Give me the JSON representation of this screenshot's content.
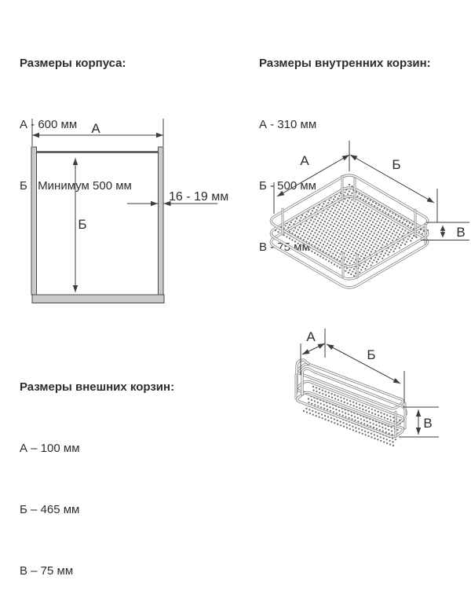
{
  "colors": {
    "text": "#2d2d2d",
    "dim_line": "#3c3c3c",
    "panel_fill": "#c9c9c9",
    "panel_stroke": "#4a4a4a",
    "wire_edge": "#7f7f7f",
    "wire_core": "#ffffff",
    "mesh_dot": "#4f4f4f"
  },
  "blocks": {
    "body": {
      "title": "Размеры корпуса:",
      "items": [
        "А - 600 мм",
        "Б - Минимум 500 мм"
      ]
    },
    "inner": {
      "title": "Размеры внутренних корзин:",
      "items": [
        "А - 310 мм",
        "Б - 500 мм",
        "В - 75 мм"
      ]
    },
    "outer": {
      "title": "Размеры внешних корзин:",
      "items": [
        "А – 100 мм",
        "Б – 465 мм",
        "В – 75 мм"
      ]
    }
  },
  "diagrams": {
    "cabinet": {
      "label_a": "А",
      "label_b": "Б",
      "thickness_note": "16 - 19 мм"
    },
    "inner_basket": {
      "label_a": "А",
      "label_b": "Б",
      "label_v": "В"
    },
    "outer_basket": {
      "label_a": "А",
      "label_b": "Б",
      "label_v": "В"
    }
  }
}
